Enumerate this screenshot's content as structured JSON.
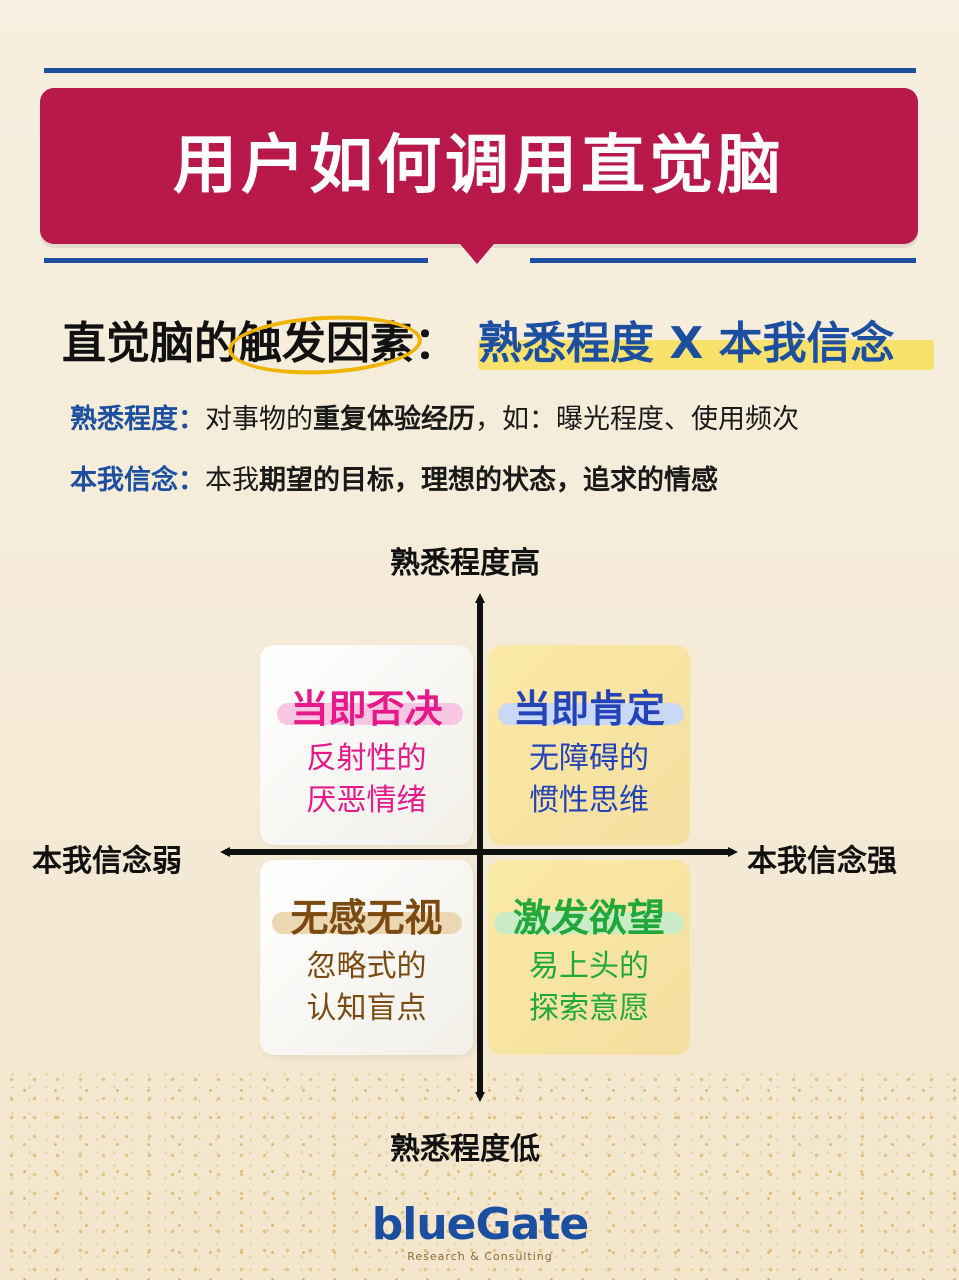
{
  "banner": {
    "title": "用户如何调用直觉脑"
  },
  "subheading": {
    "prefix": "直觉脑的",
    "circled": "触发因素",
    "colon": "：",
    "formula": "熟悉程度 X 本我信念"
  },
  "definitions": [
    {
      "label": "熟悉程度：",
      "text_before": "对事物的",
      "bold": "重复体验经历",
      "text_after": "，如：曝光程度、使用频次"
    },
    {
      "label": "本我信念：",
      "text_before": "本我",
      "bold": "期望的目标，理想的状态，追求的情感",
      "text_after": ""
    }
  ],
  "axes": {
    "top": "熟悉程度高",
    "bottom": "熟悉程度低",
    "left": "本我信念弱",
    "right": "本我信念强"
  },
  "quadrants": {
    "top_left": {
      "title": "当即否决",
      "body": "反射性的\n厌恶情绪",
      "color": "#e5198a",
      "highlight": "#f7c6e2"
    },
    "top_right": {
      "title": "当即肯定",
      "body": "无障碍的\n惯性思维",
      "color": "#2443b8",
      "highlight": "#c9d8f4"
    },
    "bottom_left": {
      "title": "无感无视",
      "body": "忽略式的\n认知盲点",
      "color": "#7a4a10",
      "highlight": "#ecd7b3"
    },
    "bottom_right": {
      "title": "激发欲望",
      "body": "易上头的\n探索意愿",
      "color": "#21a83a",
      "highlight": "#c9ecc6"
    }
  },
  "logo": {
    "name": "blueGate",
    "tagline": "Research & Consulting"
  },
  "colors": {
    "banner": "#b8194a",
    "rule": "#1d4fa0",
    "accent_blue": "#1d4fa0",
    "highlight_yellow": "#f8e26b"
  }
}
